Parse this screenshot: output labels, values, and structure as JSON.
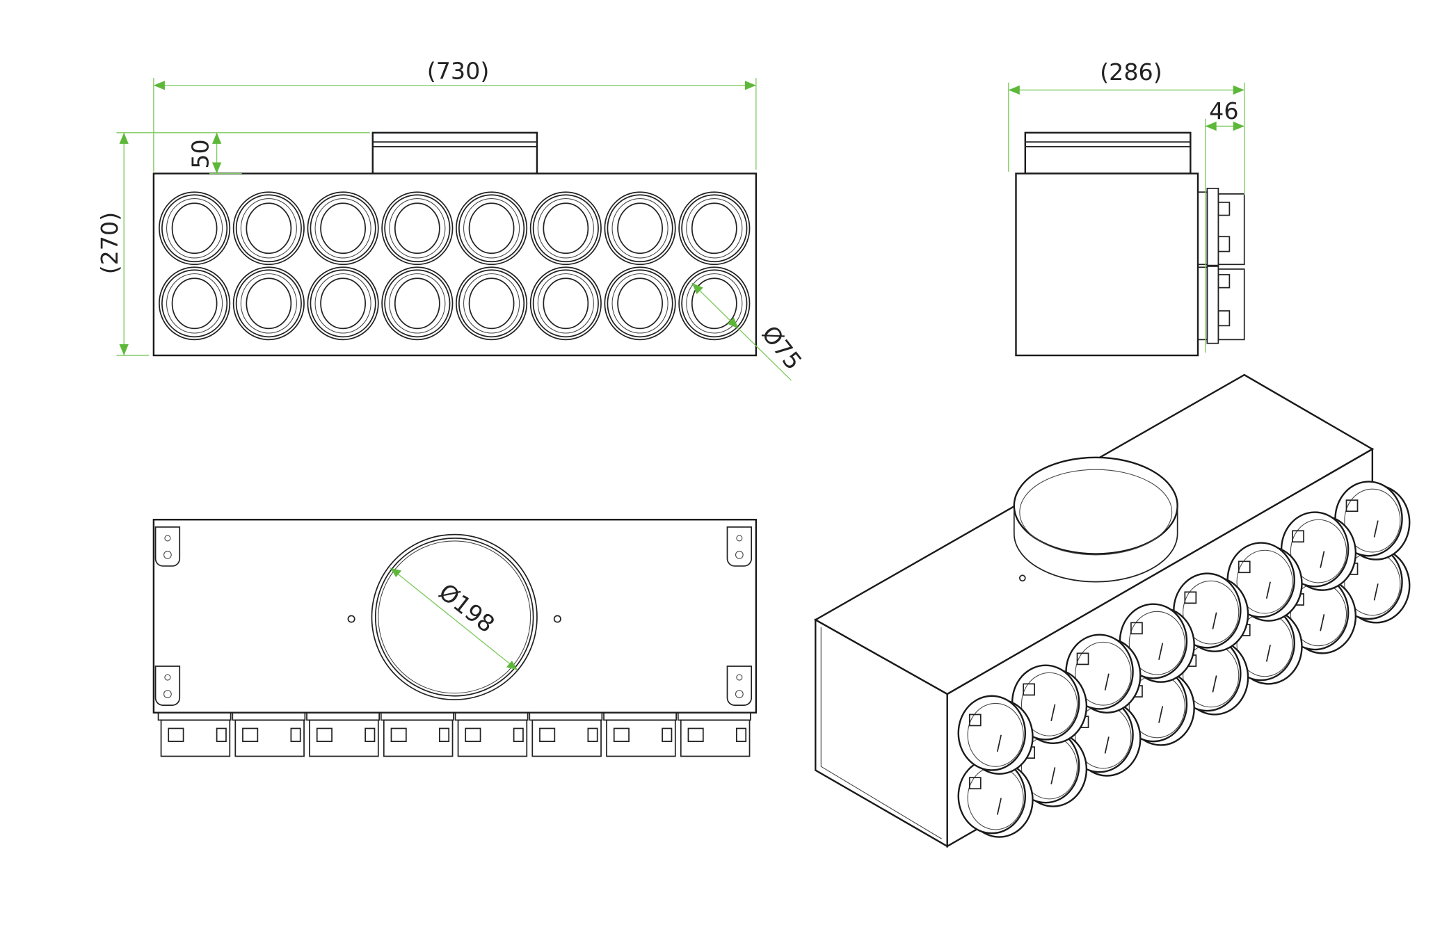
{
  "drawing": {
    "views": [
      "front-view",
      "side-view",
      "bottom-view",
      "isometric-view"
    ],
    "dimensions": {
      "overall_width": "(730)",
      "overall_height": "(270)",
      "spigot_height": "50",
      "port_diameter": "Ø75",
      "overall_depth": "(286)",
      "port_length": "46",
      "main_diameter": "Ø198"
    },
    "port_count": 16,
    "port_rows": 2,
    "port_columns": 8,
    "colors": {
      "dimension": "#5db83a",
      "line": "#1a1a1a"
    }
  }
}
